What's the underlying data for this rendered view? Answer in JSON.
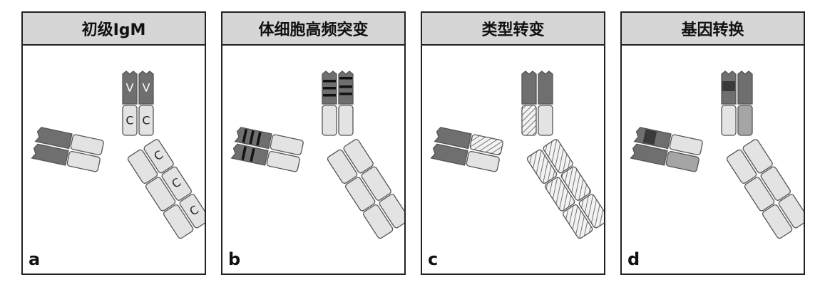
{
  "panels": [
    {
      "id": "a",
      "title": "初级IgM",
      "letter": "a",
      "variant": "igm",
      "labels": {
        "variable": "V",
        "constant": "C"
      }
    },
    {
      "id": "b",
      "title": "体细胞高频突变",
      "letter": "b",
      "variant": "hypermutation"
    },
    {
      "id": "c",
      "title": "类型转变",
      "letter": "c",
      "variant": "class-switch"
    },
    {
      "id": "d",
      "title": "基因转换",
      "letter": "d",
      "variant": "gene-conversion"
    }
  ],
  "colors": {
    "variable": "#6f6f6f",
    "constant": "#e3e3e3",
    "stroke": "#555555",
    "mutation": "#111111",
    "conversion_dark": "#3a3a3a",
    "conversion_mid": "#a5a5a5",
    "hatch": "#555555"
  }
}
